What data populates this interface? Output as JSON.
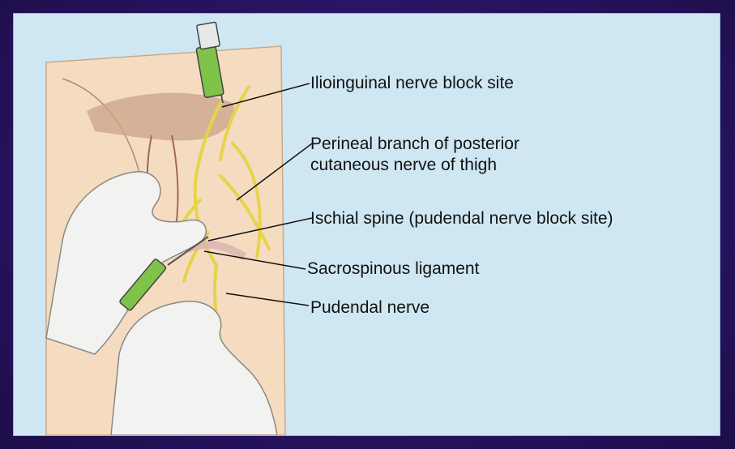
{
  "labels": {
    "ilioinguinal": "Ilioinguinal nerve block site",
    "perineal_line1": "Perineal branch of posterior",
    "perineal_line2": "cutaneous nerve of thigh",
    "ischial_spine": "Ischial spine (pudendal nerve block site)",
    "sacrospinous": "Sacrospinous ligament",
    "pudendal": "Pudendal nerve"
  },
  "colors": {
    "background": "#cfe7f3",
    "skin": "#f5dcc0",
    "glove": "#f2f2f0",
    "nerve": "#e6d34a",
    "syringe_fluid": "#7fc24a",
    "frame": "#2a1464"
  }
}
